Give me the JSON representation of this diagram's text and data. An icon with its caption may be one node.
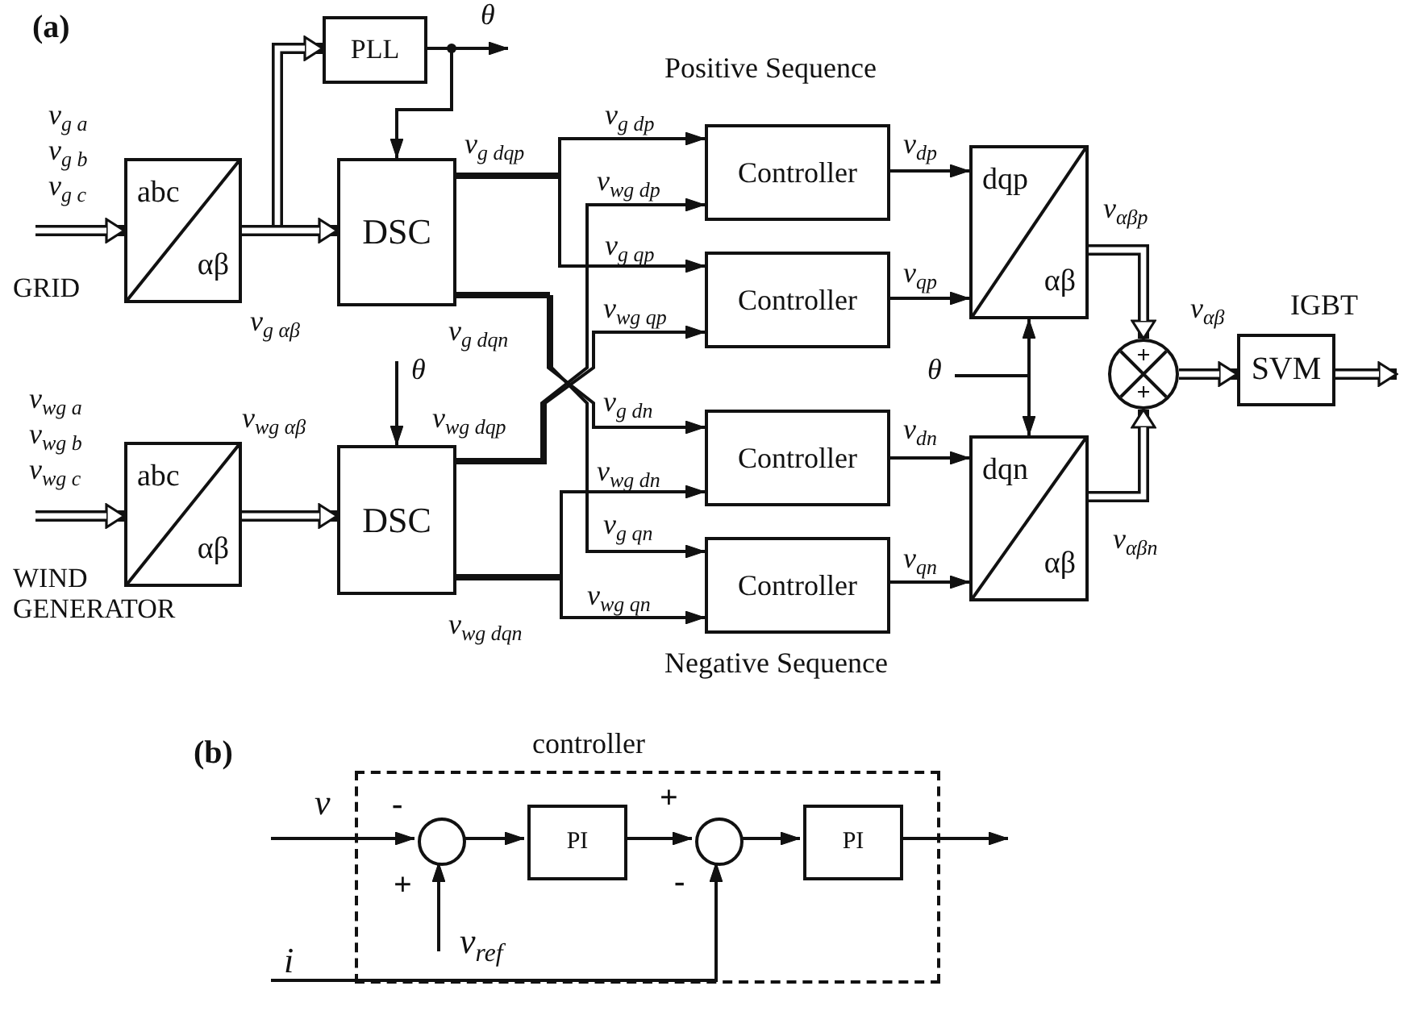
{
  "diagram": {
    "nodes": [
      {
        "text": [
          "abc",
          "αβ"
        ],
        "beside": [
          "GRID"
        ]
      },
      {
        "text": [
          "PLL"
        ]
      },
      {
        "text": [
          "DSC"
        ]
      },
      {
        "text": [
          "abc",
          "αβ"
        ],
        "beside": [
          "WIND GENERATOR"
        ]
      },
      {
        "text": [
          "DSC"
        ]
      },
      {
        "text": [
          "Controller"
        ]
      },
      {
        "text": [
          "Controller"
        ]
      },
      {
        "text": [
          "Controller"
        ]
      },
      {
        "text": [
          "Controller"
        ]
      },
      {
        "text": [
          "dqp",
          "αβ"
        ]
      },
      {
        "text": [
          "dqn",
          "αβ"
        ]
      },
      {
        "text": [
          "+",
          "+"
        ]
      },
      {
        "text": [
          "SVM"
        ]
      },
      {
        "text": [
          "controller"
        ]
      },
      {
        "text": [],
        "shape": "circle",
        "in": 13,
        "beside": [
          "-",
          "+"
        ]
      },
      {
        "text": [
          "PI"
        ],
        "in": 13
      },
      {
        "text": [],
        "shape": "circle",
        "in": 13,
        "beside": [
          "+",
          "-"
        ]
      },
      {
        "text": [
          "PI"
        ],
        "in": 13
      }
    ],
    "edges": [
      {
        "from": null,
        "to": 0,
        "arrow": "to",
        "style": "thick"
      },
      {
        "from": 0,
        "to": 1,
        "arrow": "to",
        "style": "thick"
      },
      {
        "from": 0,
        "to": 2,
        "arrow": "to",
        "style": "thick",
        "label": "v$_{g αβ}$"
      },
      {
        "from": 1,
        "to": null,
        "arrow": "to",
        "label": "θ"
      },
      {
        "from": 1,
        "to": 2,
        "arrow": "to"
      },
      {
        "from": 2,
        "to": 5,
        "arrow": "to",
        "label": "v$_{g dp}$"
      },
      {
        "from": 2,
        "to": 6,
        "arrow": "to",
        "label": "v$_{g qp}$"
      },
      {
        "from": 2,
        "to": 7,
        "arrow": "to",
        "label": "v$_{g dn}$"
      },
      {
        "from": 2,
        "to": 8,
        "arrow": "to",
        "label": "v$_{g qn}$"
      },
      {
        "from": 4,
        "to": 5,
        "arrow": "to",
        "label": "v$_{wg dp}$"
      },
      {
        "from": 4,
        "to": 6,
        "arrow": "to",
        "label": "v$_{wg qp}$"
      },
      {
        "from": 4,
        "to": 7,
        "arrow": "to",
        "label": "v$_{wg dn}$"
      },
      {
        "from": 4,
        "to": 8,
        "arrow": "to",
        "label": "v$_{wg qn}$"
      },
      {
        "from": null,
        "to": 4,
        "arrow": "to",
        "label": "θ"
      },
      {
        "from": null,
        "to": 3,
        "arrow": "to",
        "style": "thick"
      },
      {
        "from": 3,
        "to": 4,
        "arrow": "to",
        "style": "thick",
        "label": "v$_{wg αβ}$"
      },
      {
        "from": 5,
        "to": 9,
        "arrow": "to",
        "label": "v$_{dp}$"
      },
      {
        "from": 6,
        "to": 9,
        "arrow": "to",
        "label": "v$_{qp}$"
      },
      {
        "from": 7,
        "to": 10,
        "arrow": "to",
        "label": "v$_{dn}$"
      },
      {
        "from": 8,
        "to": 10,
        "arrow": "to",
        "label": "v$_{qn}$"
      },
      {
        "from": null,
        "to": 9,
        "arrow": "to",
        "label": "θ"
      },
      {
        "from": null,
        "to": 10,
        "arrow": "to"
      },
      {
        "from": 9,
        "to": 11,
        "arrow": "to",
        "style": "thick",
        "label": "v$_{αβp}$"
      },
      {
        "from": 10,
        "to": 11,
        "arrow": "to",
        "style": "thick",
        "label": "v$_{αβn}$"
      },
      {
        "from": 11,
        "to": 12,
        "arrow": "to",
        "style": "thick",
        "label": "v$_{αβ}$"
      },
      {
        "from": 12,
        "to": null,
        "arrow": "to",
        "style": "thick",
        "label": "IGBT"
      },
      {
        "from": null,
        "to": 14,
        "arrow": "to",
        "label": "v"
      },
      {
        "from": null,
        "to": 14,
        "arrow": "to",
        "label": "v$_{ref}$"
      },
      {
        "from": 14,
        "to": 15,
        "arrow": "to"
      },
      {
        "from": 15,
        "to": 16,
        "arrow": "to"
      },
      {
        "from": 16,
        "to": 17,
        "arrow": "to"
      },
      {
        "from": 17,
        "to": null,
        "arrow": "to"
      },
      {
        "from": null,
        "to": 16,
        "arrow": "to",
        "label": "i"
      }
    ],
    "labels": [
      "(a)",
      "v$_{g a}$",
      "v$_{g b}$",
      "v$_{g c}$",
      "v$_{g dqp}$",
      "v$_{g dqn}$",
      "Positive Sequence",
      "v$_{wg a}$",
      "v$_{wg b}$",
      "v$_{wg c}$",
      "v$_{wg dqp}$",
      "v$_{wg dqn}$",
      "Negative Sequence",
      "(b)"
    ]
  }
}
